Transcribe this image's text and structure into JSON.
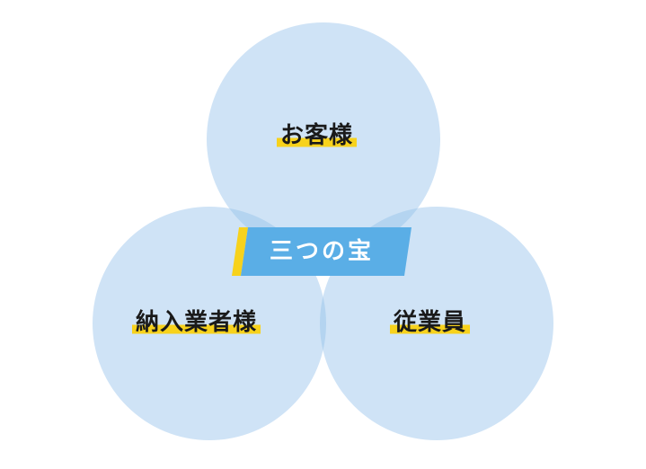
{
  "diagram": {
    "center_label": "三つの宝",
    "circles": [
      {
        "id": "top",
        "label": "お客様"
      },
      {
        "id": "left",
        "label": "納入業者様"
      },
      {
        "id": "right",
        "label": "従業員"
      }
    ]
  },
  "colors": {
    "circle_fill": "#cfe3f6",
    "overlap_fill": "#a9cdee",
    "badge_fill": "#5aaee6",
    "badge_accent": "#f7d21c",
    "highlight": "#f7d21c"
  }
}
